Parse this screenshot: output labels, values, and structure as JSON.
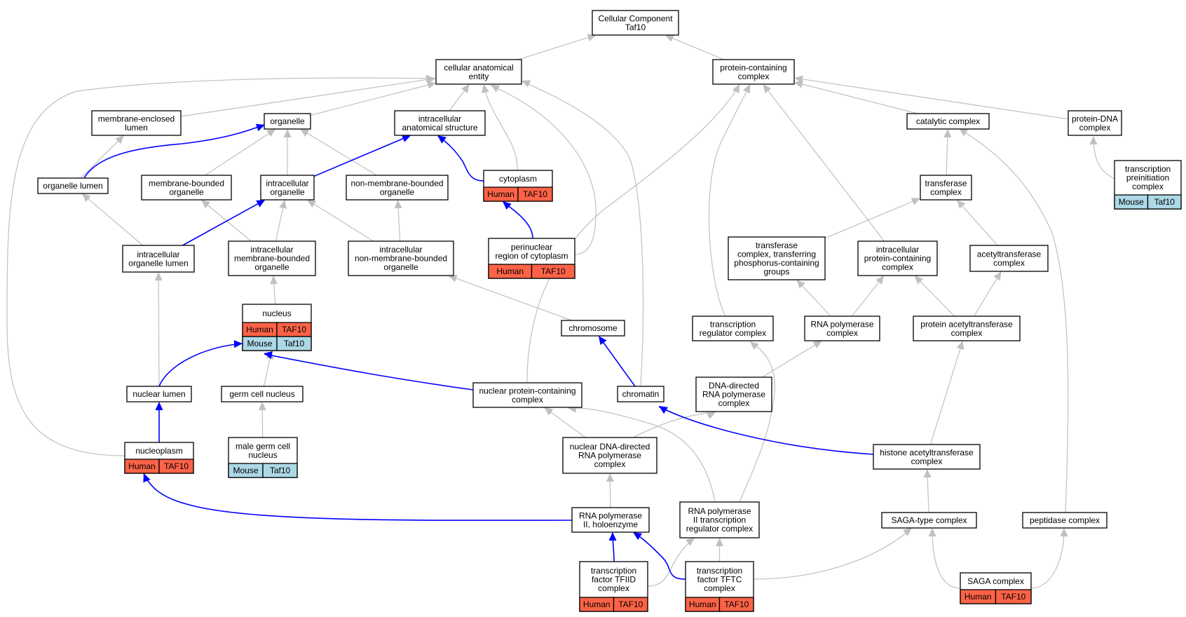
{
  "colors": {
    "human": "#ff6347",
    "mouse": "#add8e6",
    "edge_gray": "#c0c0c0",
    "edge_blue": "#0000ff"
  },
  "nodes": {
    "cc_root": {
      "lines": [
        "Cellular Component",
        "Taf10"
      ]
    },
    "cell_anat": {
      "lines": [
        "cellular anatomical",
        "entity"
      ]
    },
    "prot_complex": {
      "lines": [
        "protein-containing",
        "complex"
      ]
    },
    "mem_lumen": {
      "lines": [
        "membrane-enclosed",
        "lumen"
      ]
    },
    "organelle": {
      "lines": [
        "organelle"
      ]
    },
    "ic_anat": {
      "lines": [
        "intracellular",
        "anatomical structure"
      ]
    },
    "catalytic": {
      "lines": [
        "catalytic complex"
      ]
    },
    "prot_dna": {
      "lines": [
        "protein-DNA",
        "complex"
      ]
    },
    "org_lumen": {
      "lines": [
        "organelle lumen"
      ]
    },
    "mem_bound_org": {
      "lines": [
        "membrane-bounded",
        "organelle"
      ]
    },
    "ic_org": {
      "lines": [
        "intracellular",
        "organelle"
      ]
    },
    "nonmem_org": {
      "lines": [
        "non-membrane-bounded",
        "organelle"
      ]
    },
    "cytoplasm": {
      "lines": [
        "cytoplasm"
      ],
      "rows": [
        {
          "species": "Human",
          "gene": "TAF10"
        }
      ]
    },
    "transferase": {
      "lines": [
        "transferase",
        "complex"
      ]
    },
    "tpic": {
      "lines": [
        "transcription",
        "preinitiation",
        "complex"
      ],
      "rows": [
        {
          "species": "Mouse",
          "gene": "Taf10"
        }
      ]
    },
    "ic_org_lumen": {
      "lines": [
        "intracellular",
        "organelle lumen"
      ]
    },
    "ic_mem_org": {
      "lines": [
        "intracellular",
        "membrane-bounded",
        "organelle"
      ]
    },
    "ic_nonmem_org": {
      "lines": [
        "intracellular",
        "non-membrane-bounded",
        "organelle"
      ]
    },
    "perinuclear": {
      "lines": [
        "perinuclear",
        "region of cytoplasm"
      ],
      "rows": [
        {
          "species": "Human",
          "gene": "TAF10"
        }
      ]
    },
    "tf_phos": {
      "lines": [
        "transferase",
        "complex, transferring",
        "phosphorus-containing",
        "groups"
      ]
    },
    "ic_prot_complex": {
      "lines": [
        "intracellular",
        "protein-containing",
        "complex"
      ]
    },
    "acetyltrans": {
      "lines": [
        "acetyltransferase",
        "complex"
      ]
    },
    "nucleus": {
      "lines": [
        "nucleus"
      ],
      "rows": [
        {
          "species": "Human",
          "gene": "TAF10"
        },
        {
          "species": "Mouse",
          "gene": "Taf10"
        }
      ]
    },
    "chromosome": {
      "lines": [
        "chromosome"
      ]
    },
    "tr_reg": {
      "lines": [
        "transcription",
        "regulator complex"
      ]
    },
    "rnap": {
      "lines": [
        "RNA polymerase",
        "complex"
      ]
    },
    "prot_acetyl": {
      "lines": [
        "protein acetyltransferase",
        "complex"
      ]
    },
    "nuc_lumen": {
      "lines": [
        "nuclear lumen"
      ]
    },
    "germ_nucleus": {
      "lines": [
        "germ cell nucleus"
      ]
    },
    "nuc_prot_complex": {
      "lines": [
        "nuclear protein-containing",
        "complex"
      ]
    },
    "chromatin": {
      "lines": [
        "chromatin"
      ]
    },
    "dna_rnap": {
      "lines": [
        "DNA-directed",
        "RNA polymerase",
        "complex"
      ]
    },
    "nucleoplasm": {
      "lines": [
        "nucleoplasm"
      ],
      "rows": [
        {
          "species": "Human",
          "gene": "TAF10"
        }
      ]
    },
    "male_germ": {
      "lines": [
        "male germ cell",
        "nucleus"
      ],
      "rows": [
        {
          "species": "Mouse",
          "gene": "Taf10"
        }
      ]
    },
    "nuc_dna_rnap": {
      "lines": [
        "nuclear DNA-directed",
        "RNA polymerase",
        "complex"
      ]
    },
    "hat": {
      "lines": [
        "histone acetyltransferase",
        "complex"
      ]
    },
    "rnap2_holo": {
      "lines": [
        "RNA polymerase",
        "II, holoenzyme"
      ]
    },
    "rnap2_tr": {
      "lines": [
        "RNA polymerase",
        "II transcription",
        "regulator complex"
      ]
    },
    "saga_type": {
      "lines": [
        "SAGA-type complex"
      ]
    },
    "peptidase": {
      "lines": [
        "peptidase complex"
      ]
    },
    "tfiid": {
      "lines": [
        "transcription",
        "factor TFIID",
        "complex"
      ],
      "rows": [
        {
          "species": "Human",
          "gene": "TAF10"
        }
      ]
    },
    "tftc": {
      "lines": [
        "transcription",
        "factor TFTC",
        "complex"
      ],
      "rows": [
        {
          "species": "Human",
          "gene": "TAF10"
        }
      ]
    },
    "saga": {
      "lines": [
        "SAGA complex"
      ],
      "rows": [
        {
          "species": "Human",
          "gene": "TAF10"
        }
      ]
    }
  }
}
